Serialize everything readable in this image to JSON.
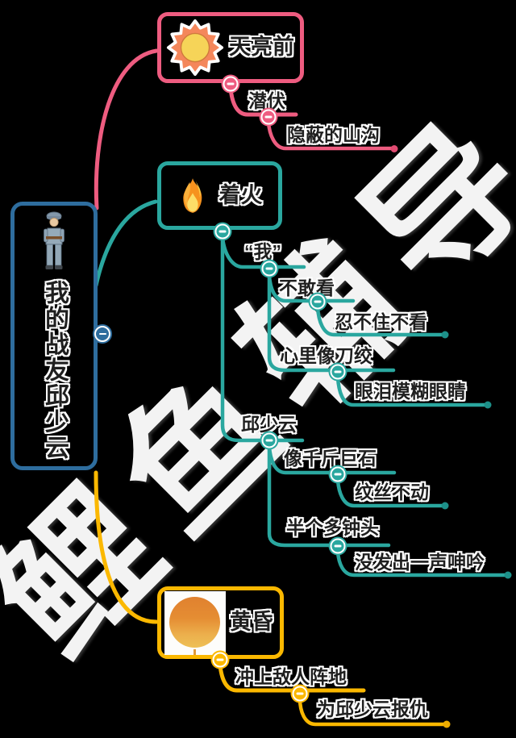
{
  "watermark": {
    "text": "鲤鱼辅导",
    "color": "#f3f3f3"
  },
  "root": {
    "label": "我的战友邱少云",
    "color": "#2e6d9e",
    "icon": "soldier-icon"
  },
  "branches": [
    {
      "name": "dawn",
      "color": "#ee5c80",
      "topic": {
        "label": "天亮前",
        "icon": "sun-icon"
      },
      "children": [
        {
          "label": "潜伏",
          "children": [
            {
              "label": "隐蔽的山沟"
            }
          ]
        }
      ]
    },
    {
      "name": "fire",
      "color": "#2aa79f",
      "topic": {
        "label": "着火",
        "icon": "fire-icon"
      },
      "children": [
        {
          "label": "“我”",
          "children": [
            {
              "label": "不敢看",
              "children": [
                {
                  "label": "忍不住不看"
                }
              ]
            },
            {
              "label": "心里像刀绞",
              "children": [
                {
                  "label": "眼泪模糊眼睛"
                }
              ]
            }
          ]
        },
        {
          "label": "邱少云",
          "children": [
            {
              "label": "像千斤巨石",
              "children": [
                {
                  "label": "纹丝不动"
                }
              ]
            },
            {
              "label": "半个多钟头",
              "children": [
                {
                  "label": "没发出一声呻吟"
                }
              ]
            }
          ]
        }
      ]
    },
    {
      "name": "dusk",
      "color": "#fbb800",
      "topic": {
        "label": "黄昏",
        "icon": "sunset-image"
      },
      "children": [
        {
          "label": "冲上敌人阵地",
          "children": [
            {
              "label": "为邱少云报仇"
            }
          ]
        }
      ]
    }
  ],
  "colors": {
    "background": "#000000",
    "label_text": "#1f1f1f",
    "label_halo": "#ffffff",
    "root_blue": "#2e6d9e",
    "dawn_pink": "#ee5c80",
    "fire_teal": "#2aa79f",
    "dusk_yellow": "#fbb800"
  }
}
